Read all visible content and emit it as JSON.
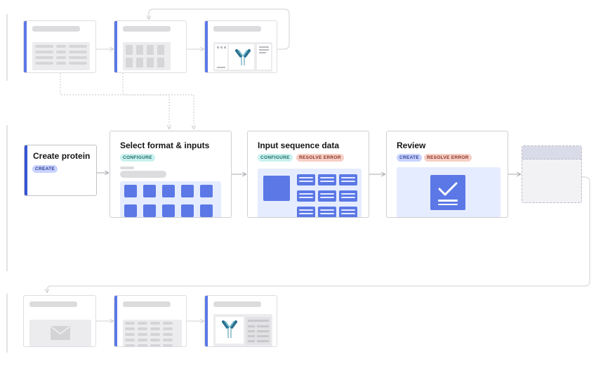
{
  "flow": {
    "create": {
      "title": "Create protein",
      "badge": "CREATE"
    },
    "select": {
      "title": "Select format & inputs",
      "badge": "CONFIGURE"
    },
    "sequence": {
      "title": "Input sequence data",
      "badge1": "CONFIGURE",
      "badge2": "RESOLVE ERROR"
    },
    "review": {
      "title": "Review",
      "badge1": "CREATE",
      "badge2": "RESOLVE ERROR"
    }
  },
  "colors": {
    "accent": "#5b78e6",
    "create_badge": "#c9d3ff",
    "configure_badge": "#c9f1ef",
    "error_badge": "#f7cfc6",
    "placeholder": "#dcdcdf"
  },
  "icons": [
    "antibody-icon",
    "envelope-icon",
    "checklist-icon",
    "table-icon",
    "grid-icon"
  ]
}
